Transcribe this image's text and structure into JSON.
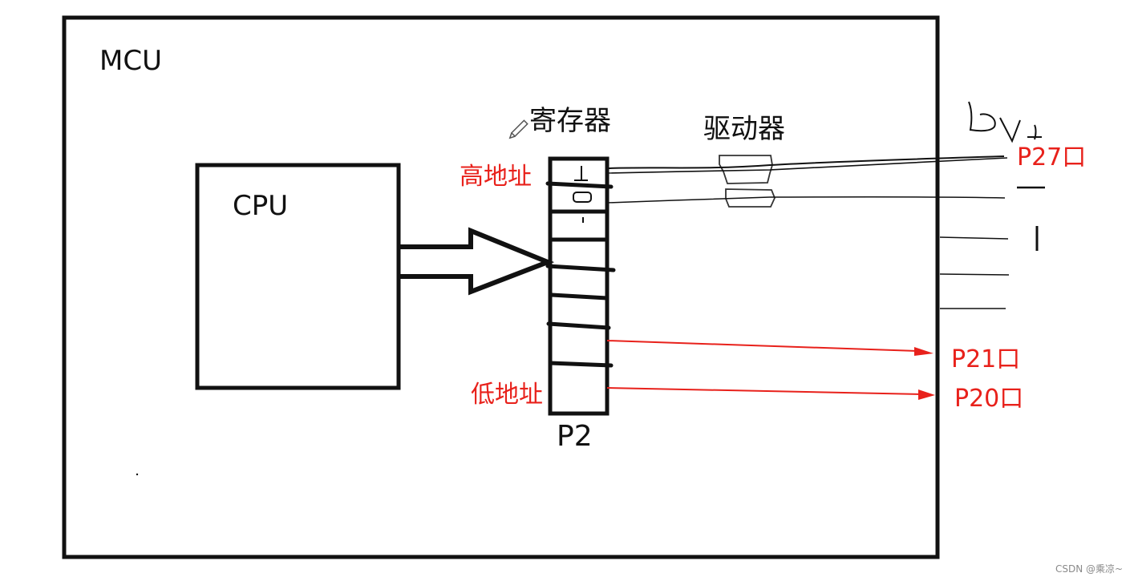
{
  "diagram": {
    "mcu_label": "MCU",
    "cpu_label": "CPU",
    "register_label": "寄存器",
    "driver_label": "驱动器",
    "high_address_label": "高地址",
    "low_address_label": "低地址",
    "register_name": "P2",
    "pin_labels": {
      "p27": "P27口",
      "p21": "P21口",
      "p20": "P20口"
    },
    "handwritten_note": "5V"
  },
  "watermark": "CSDN @乘凉~",
  "colors": {
    "ink": "#111111",
    "accent_red": "#e8211b",
    "background": "#ffffff"
  },
  "icons": [
    "pencil-icon"
  ]
}
